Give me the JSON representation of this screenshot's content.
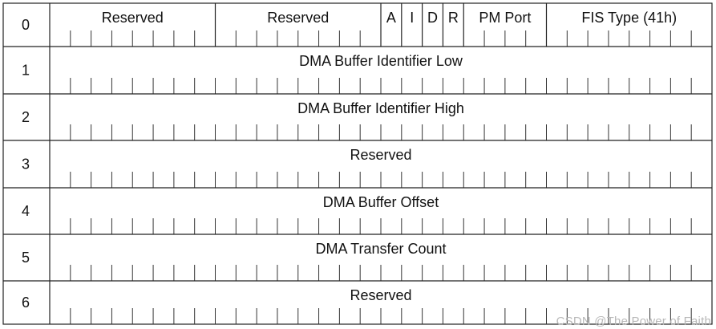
{
  "rows": [
    {
      "index": "0",
      "fields": [
        {
          "label": "Reserved",
          "bits": 8
        },
        {
          "label": "Reserved",
          "bits": 8
        },
        {
          "label": "A",
          "bits": 1
        },
        {
          "label": "I",
          "bits": 1
        },
        {
          "label": "D",
          "bits": 1
        },
        {
          "label": "R",
          "bits": 1
        },
        {
          "label": "PM Port",
          "bits": 4
        },
        {
          "label": "FIS Type (41h)",
          "bits": 8
        }
      ]
    },
    {
      "index": "1",
      "fields": [
        {
          "label": "DMA Buffer Identifier Low",
          "bits": 32
        }
      ]
    },
    {
      "index": "2",
      "fields": [
        {
          "label": "DMA Buffer Identifier High",
          "bits": 32
        }
      ]
    },
    {
      "index": "3",
      "fields": [
        {
          "label": "Reserved",
          "bits": 32
        }
      ]
    },
    {
      "index": "4",
      "fields": [
        {
          "label": "DMA Buffer Offset",
          "bits": 32
        }
      ]
    },
    {
      "index": "5",
      "fields": [
        {
          "label": "DMA Transfer Count",
          "bits": 32
        }
      ]
    },
    {
      "index": "6",
      "fields": [
        {
          "label": "Reserved",
          "bits": 32
        }
      ]
    }
  ],
  "watermark": "CSDN @The Power of Faith"
}
